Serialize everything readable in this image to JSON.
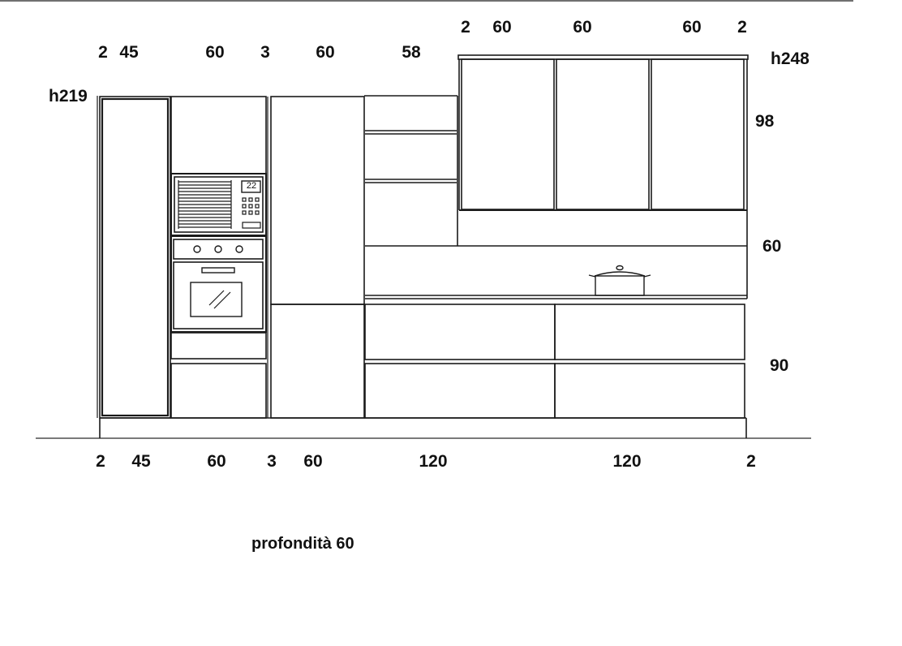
{
  "colors": {
    "line": "#1a1a1a",
    "floor": "#7a7a7a",
    "background": "#ffffff"
  },
  "dimensions": {
    "upper_widths": [
      "2",
      "45",
      "60",
      "3",
      "60",
      "58"
    ],
    "wall_widths": [
      "2",
      "60",
      "60",
      "60",
      "2"
    ],
    "bottom_widths": [
      "2",
      "45",
      "60",
      "3",
      "60",
      "120",
      "120",
      "2"
    ],
    "left_height": "h219",
    "right_height": "h248",
    "right_sections": [
      "98",
      "60",
      "90"
    ]
  },
  "microwave_display": "22",
  "depth_note": "profondità 60",
  "icons": [
    "microwave-icon",
    "oven-icon",
    "pot-icon"
  ]
}
